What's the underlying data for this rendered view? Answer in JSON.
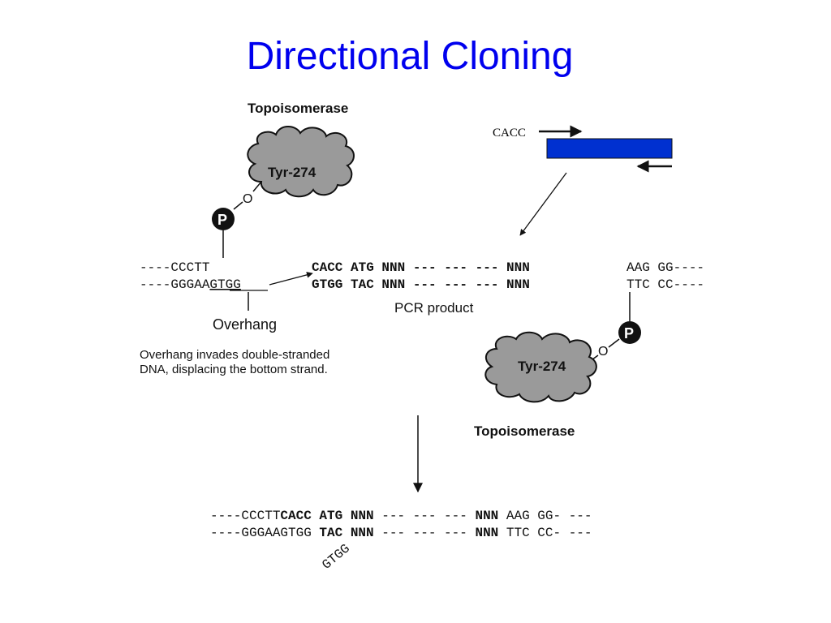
{
  "title": "Directional Cloning",
  "colors": {
    "title": "#0000ee",
    "pcr_bar": "#0030d0",
    "cloud": "#9a9a9a"
  },
  "enzyme_top": {
    "label": "Topoisomerase",
    "residue": "Tyr-274",
    "phosphate": "P",
    "oxygen": "O"
  },
  "enzyme_bottom": {
    "label": "Topoisomerase",
    "residue": "Tyr-274",
    "phosphate": "P",
    "oxygen": "O"
  },
  "primer": {
    "label": "CACC"
  },
  "vector_left": {
    "top": "----CCCTT",
    "bottom_plain": "----GGGAA",
    "bottom_underlined": "GTGG"
  },
  "insert": {
    "top": "CACC ATG NNN --- --- --- NNN",
    "bottom": "GTGG TAC NNN --- --- --- NNN",
    "label": "PCR product"
  },
  "vector_right": {
    "top": "AAG GG----",
    "bottom": "TTC CC----"
  },
  "overhang": {
    "label": "Overhang",
    "note_line1": "Overhang invades double-stranded",
    "note_line2": "DNA, displacing the bottom strand."
  },
  "result": {
    "top_plain1": "----CCCTT",
    "top_bold": "CACC ATG NNN",
    "top_plain2": " --- --- --- ",
    "top_bold2": "NNN",
    "top_plain3": " AAG GG- ---",
    "bottom_plain1": "----GGGAAGTGG ",
    "bottom_bold": "TAC NNN",
    "bottom_plain2": " --- --- --- ",
    "bottom_bold2": "NNN",
    "bottom_plain3": " TTC CC- ---",
    "displaced": "GTGG"
  }
}
